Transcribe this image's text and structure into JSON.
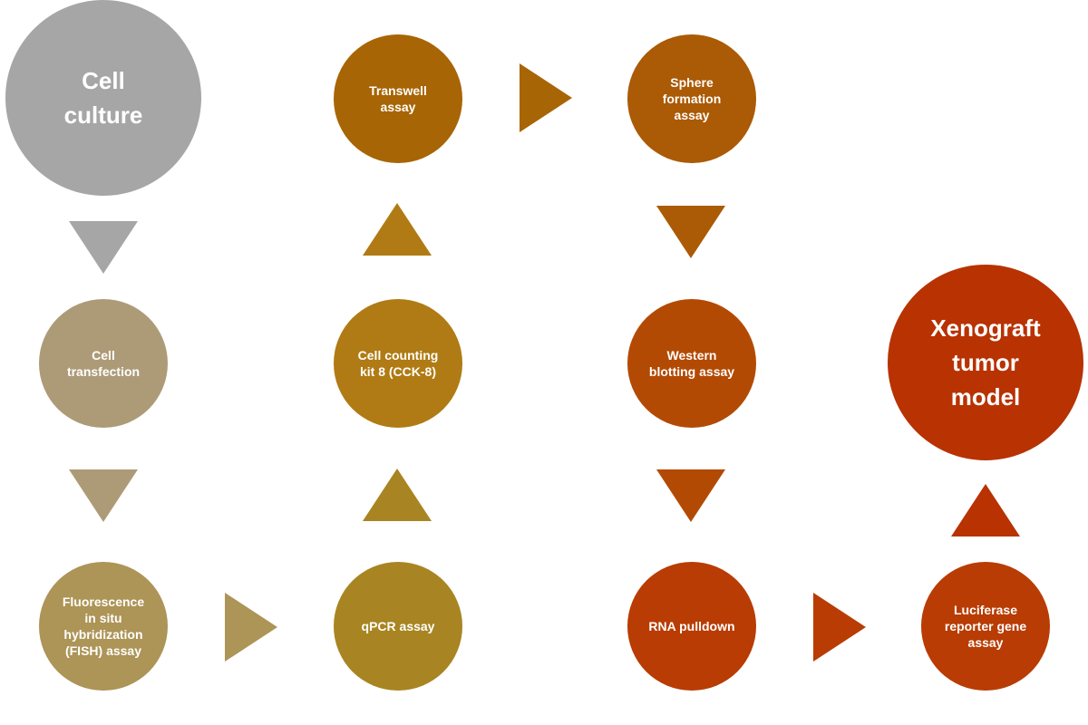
{
  "colors": {
    "gray": "#a6a6a6",
    "khaki": "#ad9b78",
    "tan": "#ad9457",
    "ochre": "#a88522",
    "gold": "#b07b14",
    "bronze": "#a86505",
    "amber": "#ab5a05",
    "rust": "#b34a04",
    "brick": "#b83c04",
    "red": "#b83202"
  },
  "nodes": {
    "cell_culture": "Cell\nculture",
    "cell_transfection": "Cell\ntransfection",
    "fish_assay": "Fluorescence\nin situ\nhybridization\n(FISH) assay",
    "qpcr_assay": "qPCR assay",
    "cck8": "Cell counting\nkit 8 (CCK-8)",
    "transwell_assay": "Transwell\nassay",
    "sphere_formation": "Sphere\nformation\nassay",
    "western_blotting": "Western\nblotting assay",
    "rna_pulldown": "RNA pulldown",
    "luciferase_assay": "Luciferase\nreporter gene\nassay",
    "xenograft_model": "Xenograft\ntumor\nmodel"
  }
}
